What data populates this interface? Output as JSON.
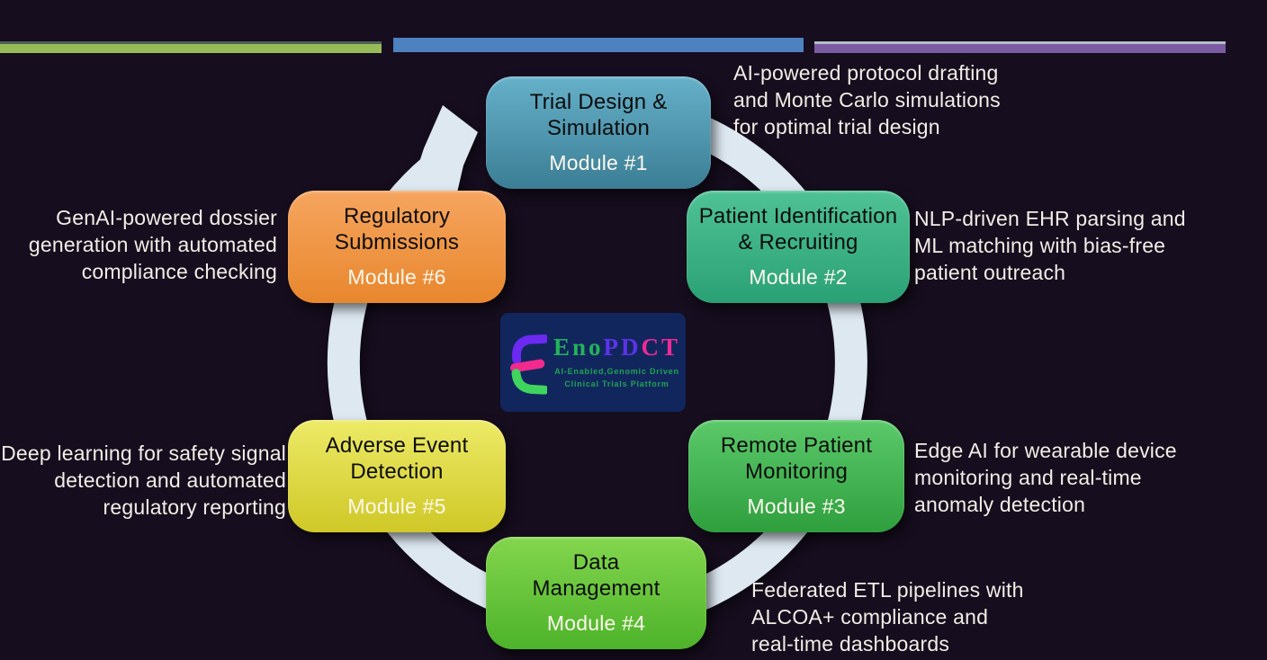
{
  "background_color": "#160d1e",
  "top_bars": [
    {
      "name": "green-bar",
      "color": "#97bc57",
      "edge_color": "#4e6156"
    },
    {
      "name": "blue-bar",
      "color": "#4d81bf",
      "edge_color": ""
    },
    {
      "name": "purple-bar",
      "color": "#7b5ba1",
      "edge_color": "#b4bcca"
    }
  ],
  "ring": {
    "color": "#dde8f1"
  },
  "modules": [
    {
      "title": "Trial Design &\nSimulation",
      "label": "Module #1",
      "desc": "AI-powered protocol drafting\nand Monte Carlo simulations\nfor optimal trial design",
      "color_top": "#66b0c9",
      "color_bottom": "#3b7e95"
    },
    {
      "title": "Patient Identification\n& Recruiting",
      "label": "Module #2",
      "desc": "NLP-driven EHR parsing and\nML matching with bias-free\npatient outreach",
      "color_top": "#4fc295",
      "color_bottom": "#2aa175"
    },
    {
      "title": "Remote Patient\nMonitoring",
      "label": "Module #3",
      "desc": "Edge AI for wearable device\nmonitoring and real-time\nanomaly detection",
      "color_top": "#5bc96a",
      "color_bottom": "#2f9f3e"
    },
    {
      "title": "Data\nManagement",
      "label": "Module #4",
      "desc": "Federated ETL pipelines with\nALCOA+ compliance and\nreal-time dashboards",
      "color_top": "#83d64d",
      "color_bottom": "#4db32a"
    },
    {
      "title": "Adverse Event\nDetection",
      "label": "Module #5",
      "desc": "Deep learning for safety signal\ndetection and automated\nregulatory reporting",
      "color_top": "#edea67",
      "color_bottom": "#cfc827"
    },
    {
      "title": "Regulatory\nSubmissions",
      "label": "Module #6",
      "desc": "GenAI-powered dossier\ngeneration with automated\ncompliance checking",
      "color_top": "#f6a55f",
      "color_bottom": "#e8872d"
    }
  ],
  "logo": {
    "panel_color": "#12265e",
    "mark_colors": {
      "top": "#6b29f2",
      "middle": "#f22a8e",
      "bottom": "#3fd45e"
    },
    "brand_letters": [
      {
        "ch": "E",
        "color": "#23b35a"
      },
      {
        "ch": "n",
        "color": "#23b35a"
      },
      {
        "ch": "o",
        "color": "#23b35a"
      },
      {
        "ch": "P",
        "color": "#5b33e8"
      },
      {
        "ch": "D",
        "color": "#5b33e8"
      },
      {
        "ch": "C",
        "color": "#ef2a96"
      },
      {
        "ch": "T",
        "color": "#ef2a96"
      }
    ],
    "tagline_line1": "AI-Enabled,Genomic Driven",
    "tagline_line2": "Clinical Trials Platform",
    "tagline_color": "#1fa351"
  }
}
